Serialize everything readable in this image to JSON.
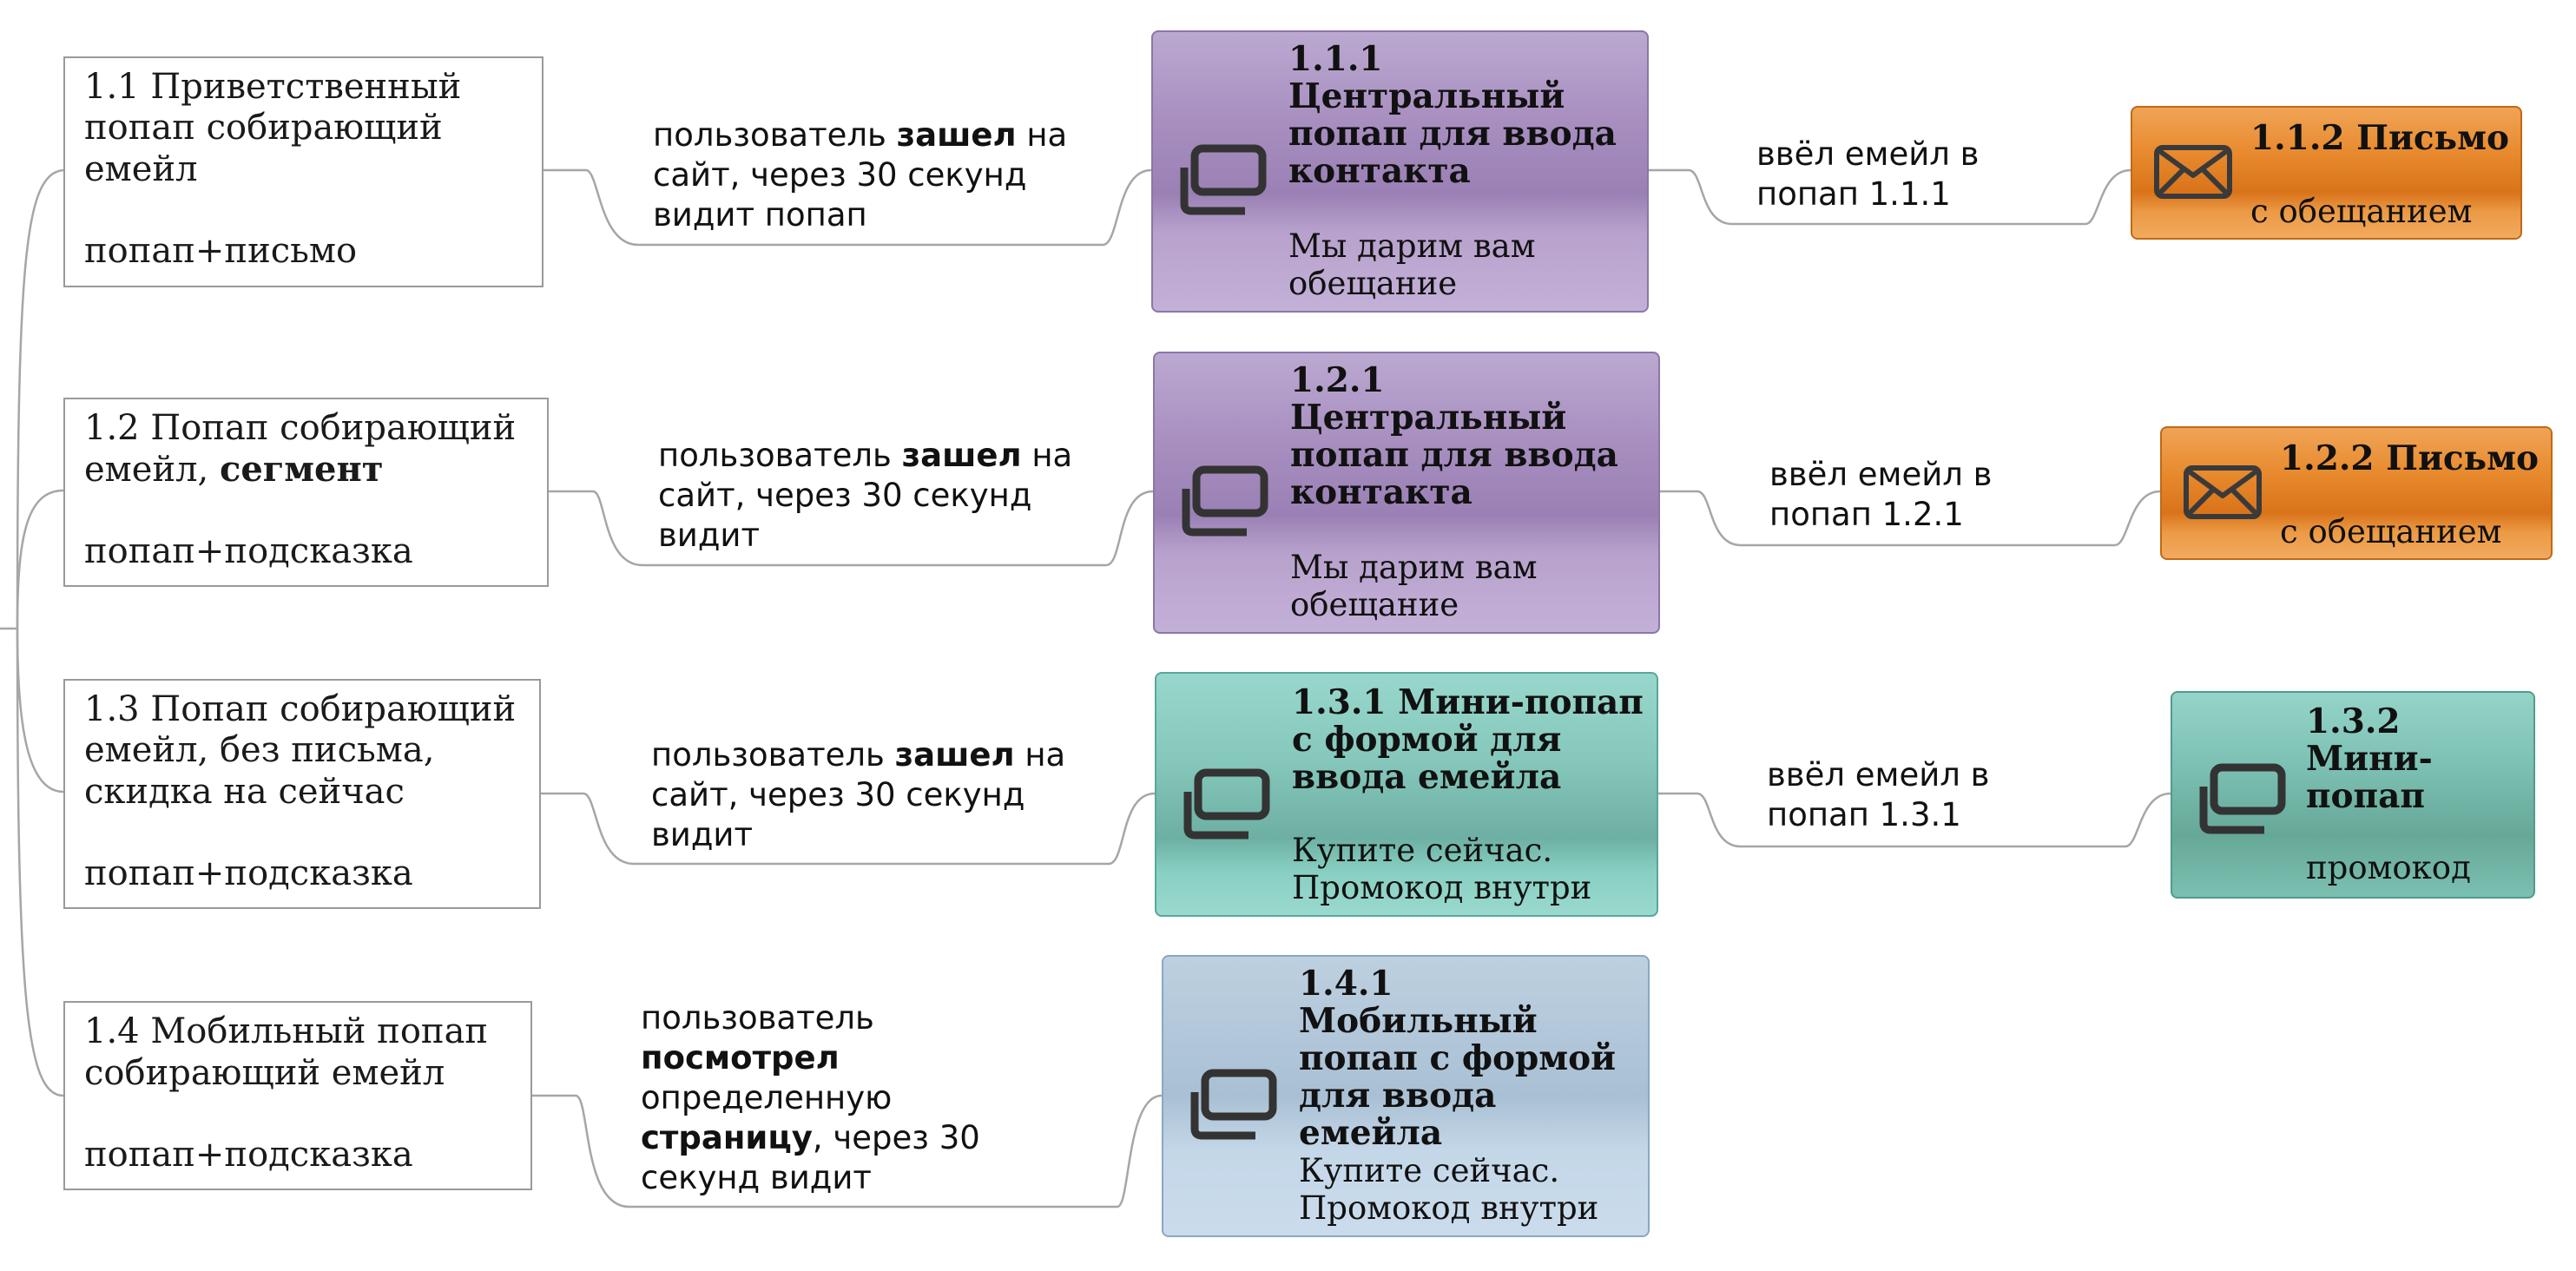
{
  "rows": [
    {
      "left": {
        "title_pre": "1.1 Приветственный попап собирающий емейл",
        "title_bold": "",
        "sub": "попап+письмо"
      },
      "cond": {
        "pre": "пользователь ",
        "bold1": "зашел",
        "mid": " на сайт, через 30 секунд видит попап",
        "bold2": "",
        "post": ""
      },
      "popup": {
        "title": "1.1.1 Центральный попап для ввода контакта",
        "desc": "Мы дарим вам обещание",
        "icon": "windows-icon"
      },
      "cond2": "ввёл емейл в попап 1.1.1",
      "final": {
        "title": "1.1.2 Письмо",
        "desc": "с обещанием",
        "icon": "envelope-icon"
      }
    },
    {
      "left": {
        "title_pre": "1.2 Попап собирающий емейл, ",
        "title_bold": "сегмент",
        "sub": "попап+подсказка"
      },
      "cond": {
        "pre": "пользователь ",
        "bold1": "зашел",
        "mid": " на сайт, через 30 секунд видит",
        "bold2": "",
        "post": ""
      },
      "popup": {
        "title": "1.2.1 Центральный попап для ввода контакта",
        "desc": "Мы дарим вам обещание",
        "icon": "windows-icon"
      },
      "cond2": "ввёл емейл в попап 1.2.1",
      "final": {
        "title": "1.2.2 Письмо",
        "desc": "с обещанием",
        "icon": "envelope-icon"
      }
    },
    {
      "left": {
        "title_pre": "1.3 Попап собирающий емейл, без письма, скидка на сейчас",
        "title_bold": "",
        "sub": "попап+подсказка"
      },
      "cond": {
        "pre": "пользователь ",
        "bold1": "зашел",
        "mid": " на сайт, через 30 секунд видит",
        "bold2": "",
        "post": ""
      },
      "popup": {
        "title": "1.3.1 Мини-попап с формой для ввода емейла",
        "desc": "Купите сейчас. Промокод внутри",
        "icon": "windows-icon"
      },
      "cond2": "ввёл емейл в попап 1.3.1",
      "final": {
        "title": "1.3.2 Мини-попап",
        "desc": "промокод",
        "icon": "windows-icon"
      }
    },
    {
      "left": {
        "title_pre": "1.4 Мобильный попап собирающий емейл",
        "title_bold": "",
        "sub": "попап+подсказка"
      },
      "cond": {
        "pre": "пользователь ",
        "bold1": "посмотрел",
        "mid": " определенную ",
        "bold2": "страницу",
        "post": ", через 30 секунд видит"
      },
      "popup": {
        "title": "1.4.1 Мобильный попап с формой для ввода емейла",
        "desc": "Купите сейчас. Промокод внутри",
        "icon": "windows-icon"
      }
    }
  ],
  "colors": {
    "connector": "#a6a6a6",
    "purple": "#a990c1",
    "teal": "#7dc1b4",
    "blue": "#b4c8da",
    "orange": "#e88a2e",
    "icon": "#333333"
  }
}
